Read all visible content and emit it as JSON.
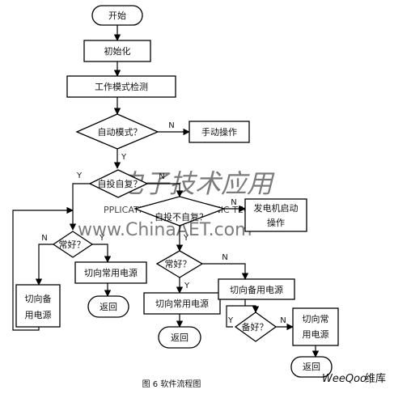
{
  "nodes": {
    "start": "开始",
    "init": "初始化",
    "mode_detect": "工作模式检测",
    "auto_mode": "自动模式？",
    "manual_op": "手动操作",
    "self_recover": "自投自复？",
    "self_no_recover": "自投不自复？",
    "gen_start_line1": "发电机启动",
    "gen_start_line2": "操作",
    "normal_good_left": "常好？",
    "switch_to_normal_left": "切向常用电源",
    "switch_to_backup_left_line1": "切向备",
    "switch_to_backup_left_line2": "用电源",
    "return_left": "返回",
    "normal_good_mid": "常好？",
    "switch_to_normal_mid": "切向常用电源",
    "return_mid": "返回",
    "switch_to_backup_mid": "切向备用电源",
    "backup_good": "备好？",
    "switch_to_normal_right_line1": "切向常",
    "switch_to_normal_right_line2": "用电源",
    "return_right": "返回"
  },
  "branch_labels": {
    "yes": "Y",
    "no": "N"
  },
  "caption": "图 6    软件流程图",
  "watermark": {
    "logo_chinese": "电子技术应用",
    "subtitle": "PPLICATION OF ELECTRONIC TECHNIQUE",
    "url": "www.ChinaAET.com"
  },
  "corner_brand": {
    "latin": "WeeQoo",
    "chinese": "维库"
  }
}
